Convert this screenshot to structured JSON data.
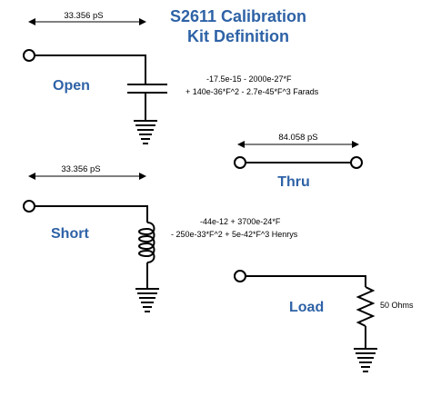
{
  "title": {
    "line1": "S2611 Calibration",
    "line2": "Kit Definition"
  },
  "open": {
    "label": "Open",
    "delay": "33.356 pS",
    "equation_line1": "-17.5e-15 - 2000e-27*F",
    "equation_line2": "+ 140e-36*F^2 - 2.7e-45*F^3 Farads"
  },
  "short": {
    "label": "Short",
    "delay": "33.356 pS",
    "equation_line1": "-44e-12 + 3700e-24*F",
    "equation_line2": "- 250e-33*F^2 + 5e-42*F^3 Henrys"
  },
  "thru": {
    "label": "Thru",
    "delay": "84.058 pS"
  },
  "load": {
    "label": "Load",
    "value": "50 Ohms"
  },
  "colors": {
    "label_blue": "#2e62a6",
    "line": "#000000"
  }
}
